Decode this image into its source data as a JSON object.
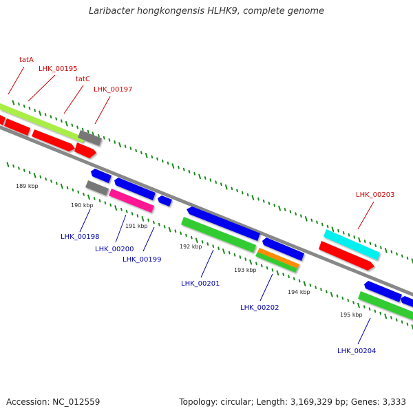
{
  "title": "Laribacter hongkongensis HLHK9, complete genome",
  "footer": {
    "accession": "Accession: NC_012559",
    "summary": "Topology: circular; Length: 3,169,329 bp; Genes: 3,333"
  },
  "colors": {
    "backbone": "#888888",
    "tick": "#1a8a1a",
    "label_red": "#cc0000",
    "label_blue": "#0000aa",
    "gene_red": "#ff0000",
    "gene_blue": "#0000ee",
    "gene_green": "#33cc33",
    "gene_lime": "#a8ee44",
    "gene_gray": "#777777",
    "gene_magenta": "#ff1493",
    "gene_cyan": "#00f0f0",
    "gene_orange": "#ff8c00"
  },
  "scale_labels": [
    "189 kbp",
    "190 kbp",
    "191 kbp",
    "192 kbp",
    "193 kbp",
    "194 kbp",
    "195 kbp"
  ],
  "gene_labels": {
    "top": [
      "tatA",
      "LHK_00195",
      "tatC",
      "LHK_00197",
      "LHK_00203"
    ],
    "bottom": [
      "LHK_00198",
      "LHK_00200",
      "LHK_00199",
      "LHK_00201",
      "LHK_00202",
      "LHK_00204"
    ]
  }
}
